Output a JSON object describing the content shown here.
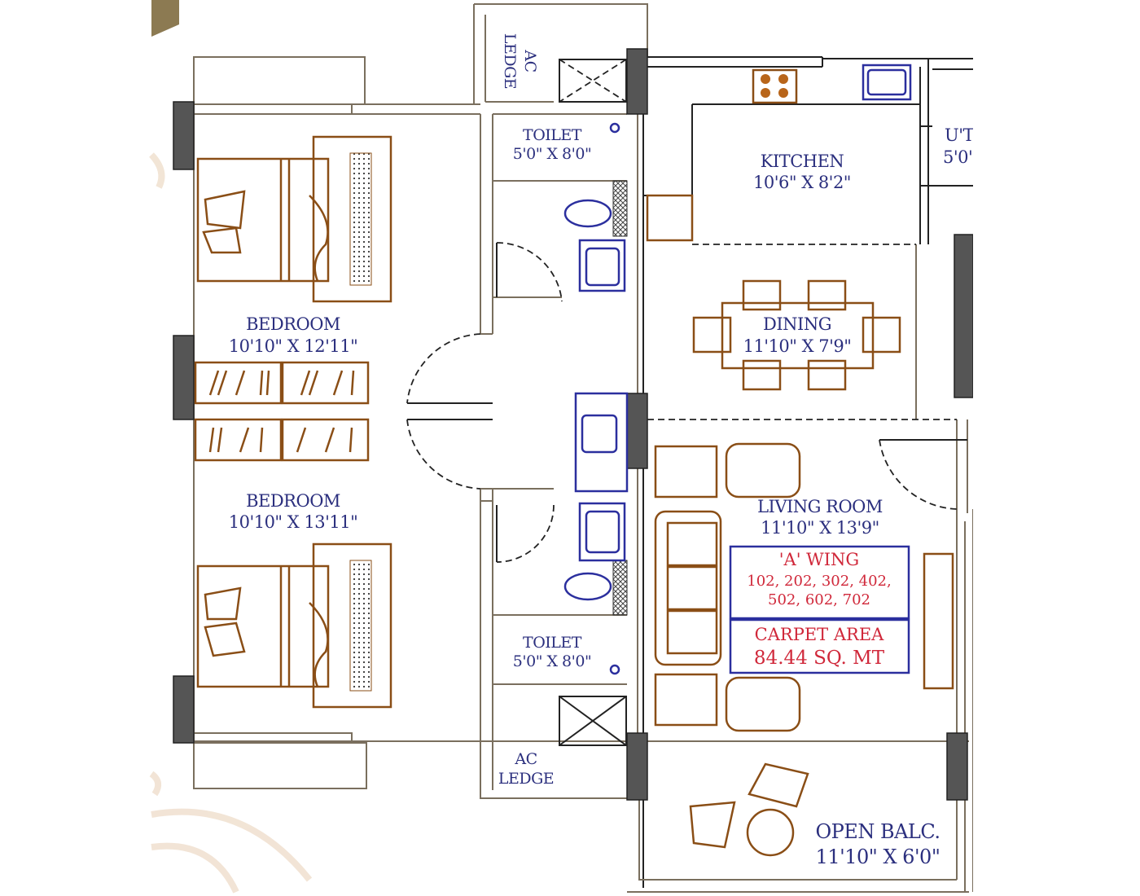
{
  "rooms": {
    "bedroom1": {
      "name": "BEDROOM",
      "size": "10'10\" X 12'11\""
    },
    "bedroom2": {
      "name": "BEDROOM",
      "size": "10'10\" X 13'11\""
    },
    "toilet1": {
      "name": "TOILET",
      "size": "5'0\" X 8'0\""
    },
    "toilet2": {
      "name": "TOILET",
      "size": "5'0\" X 8'0\""
    },
    "kitchen": {
      "name": "KITCHEN",
      "size": "10'6\" X 8'2\""
    },
    "dining": {
      "name": "DINING",
      "size": "11'10\" X 7'9\""
    },
    "living": {
      "name": "LIVING ROOM",
      "size": "11'10\" X 13'9\""
    },
    "balcony": {
      "name": "OPEN BALC.",
      "size": "11'10\" X 6'0\""
    },
    "utility": {
      "name": "U'T",
      "size": "5'0\""
    },
    "ac_ledge_top": {
      "line1": "AC",
      "line2": "LEDGE"
    },
    "ac_ledge_bottom": {
      "line1": "AC",
      "line2": "LEDGE"
    }
  },
  "info_box": {
    "wing": "'A' WING",
    "flats_line1": "102, 202, 302, 402,",
    "flats_line2": "502, 602, 702",
    "area_label": "CARPET AREA",
    "area_value": "84.44 SQ. MT"
  },
  "colors": {
    "label": "#2b2f7e",
    "furniture": "#8a4e16",
    "fixtures": "#2b2f9e",
    "highlight": "#d0283a",
    "accent_gold": "#8c7a52"
  }
}
